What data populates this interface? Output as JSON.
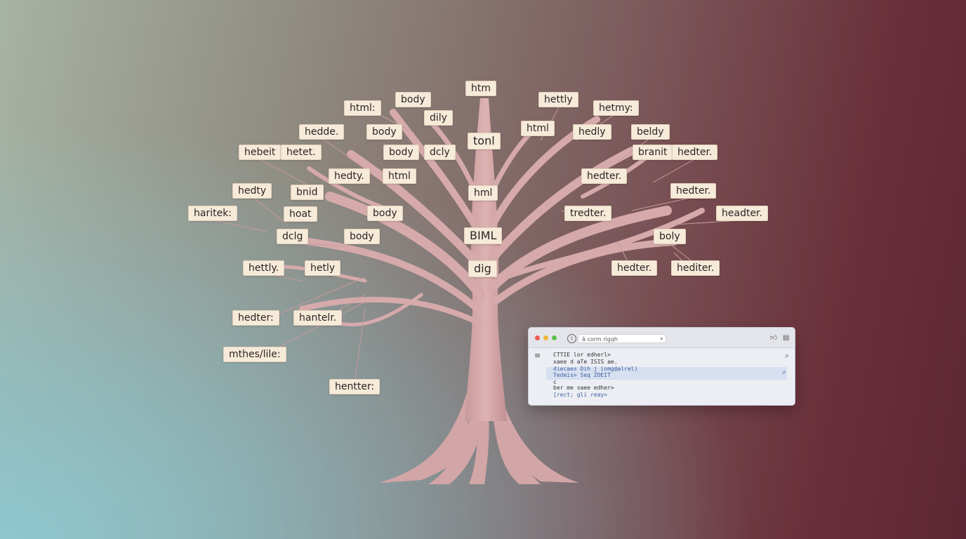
{
  "tags": [
    {
      "text": "htm"
    },
    {
      "text": "html:"
    },
    {
      "text": "body"
    },
    {
      "text": "dily"
    },
    {
      "text": "hettly"
    },
    {
      "text": "hetmy:"
    },
    {
      "text": "hedde."
    },
    {
      "text": "body"
    },
    {
      "text": "tonl"
    },
    {
      "text": "html"
    },
    {
      "text": "hedly"
    },
    {
      "text": "beldy"
    },
    {
      "text": "hebeit"
    },
    {
      "text": "hetet."
    },
    {
      "text": "body"
    },
    {
      "text": "dcly"
    },
    {
      "text": "branit"
    },
    {
      "text": "hedter."
    },
    {
      "text": "hedty."
    },
    {
      "text": "html"
    },
    {
      "text": "hedter."
    },
    {
      "text": "hedty"
    },
    {
      "text": "bnid"
    },
    {
      "text": "hml"
    },
    {
      "text": "hedter."
    },
    {
      "text": "haritek:"
    },
    {
      "text": "hoat"
    },
    {
      "text": "body"
    },
    {
      "text": "tredter."
    },
    {
      "text": "headter."
    },
    {
      "text": "dclg"
    },
    {
      "text": "body"
    },
    {
      "text": "BIML"
    },
    {
      "text": "boly"
    },
    {
      "text": "hettly."
    },
    {
      "text": "hetly"
    },
    {
      "text": "dig"
    },
    {
      "text": "hedter."
    },
    {
      "text": "hediter."
    },
    {
      "text": "hedter:"
    },
    {
      "text": "hantelr."
    },
    {
      "text": "mthes/lile:"
    },
    {
      "text": "hentter:"
    }
  ],
  "browser": {
    "url": "â corm rigqh",
    "code_lines": [
      "CTTIE lor edherl>",
      "xaee d aTe ISIS ae.",
      "diecaes   Dih j inmg@alrel)",
      "Tedeis> Seq ZOEIT",
      "c",
      "ber me saee edher>",
      "[rect; gli reay>"
    ]
  }
}
